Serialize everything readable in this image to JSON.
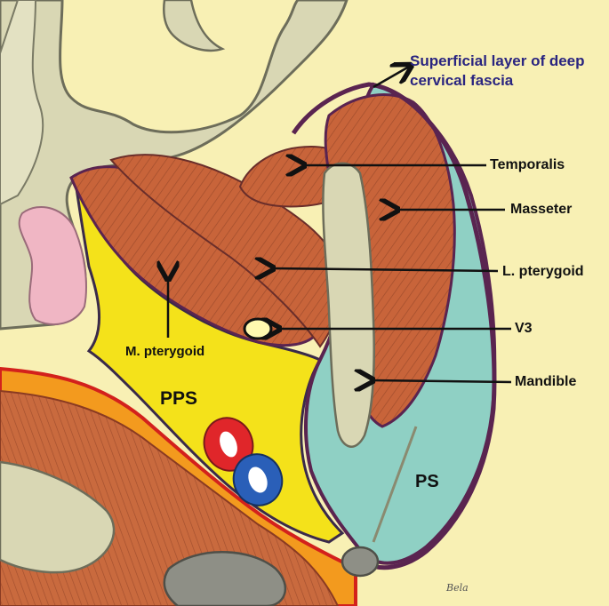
{
  "colors": {
    "background": "#f8f0b4",
    "muscle": "#c8643a",
    "muscle_dark": "#9c4528",
    "parapharyngeal_space": "#f4e21a",
    "parotid_space": "#8fd0c4",
    "fascia_outline": "#5a2450",
    "bone": "#d9d7b4",
    "bone_outline": "#6d6d5a",
    "artery": "#e0262a",
    "vein": "#2a5fb8",
    "nerve": "#fff9b0",
    "mucosa": "#f0b6c4",
    "orange_layer": "#f39a1e"
  },
  "labels": {
    "fascia": "Superficial layer of deep cervical fascia",
    "temporalis": "Temporalis",
    "masseter": "Masseter",
    "lateral_pterygoid": "L. pterygoid",
    "v3": "V3",
    "mandible": "Mandible",
    "medial_pterygoid": "M. pterygoid",
    "pps": "PPS",
    "ps": "PS",
    "signature": "Bela"
  }
}
